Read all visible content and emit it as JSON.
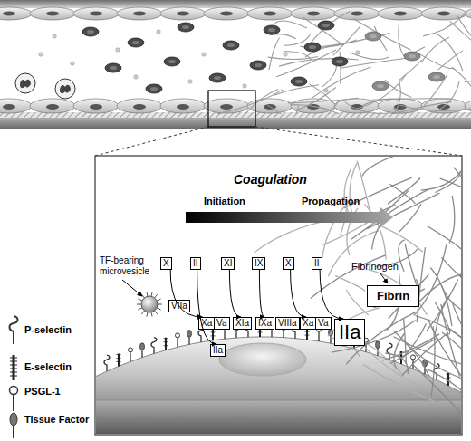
{
  "diagram": {
    "nodes": [
      {
        "text": [
          "X"
        ]
      },
      {
        "text": [
          "II"
        ]
      },
      {
        "text": [
          "XI"
        ]
      },
      {
        "text": [
          "IX"
        ]
      },
      {
        "text": [
          "X"
        ]
      },
      {
        "text": [
          "II"
        ]
      },
      {
        "text": [
          "VIIa"
        ]
      },
      {
        "text": [
          "Xa"
        ]
      },
      {
        "text": [
          "Va"
        ]
      },
      {
        "text": [
          "IIa"
        ]
      },
      {
        "text": [
          "XIa"
        ]
      },
      {
        "text": [
          "IXa"
        ]
      },
      {
        "text": [
          "VIIIa"
        ]
      },
      {
        "text": [
          "Xa"
        ]
      },
      {
        "text": [
          "Va"
        ]
      },
      {
        "text": [
          "IIa"
        ]
      },
      {
        "text": [
          "Fibrin"
        ]
      }
    ],
    "edges": [
      {
        "from": 0,
        "to": 7,
        "arrow": "to"
      },
      {
        "from": 1,
        "to": 9,
        "arrow": "to"
      },
      {
        "from": 2,
        "to": 10,
        "arrow": "to"
      },
      {
        "from": 3,
        "to": 11,
        "arrow": "to"
      },
      {
        "from": 4,
        "to": 13,
        "arrow": "to"
      },
      {
        "from": 5,
        "to": 15,
        "arrow": "to"
      }
    ],
    "labels": [
      "Coagulation",
      "Initiation",
      "Propagation",
      "TF-bearing microvesicle",
      "Fibrinogen"
    ],
    "legend": [
      {
        "text": "P-selectin"
      },
      {
        "text": "E-selectin"
      },
      {
        "text": "PSGL-1"
      },
      {
        "text": "Tissue Factor"
      }
    ]
  }
}
